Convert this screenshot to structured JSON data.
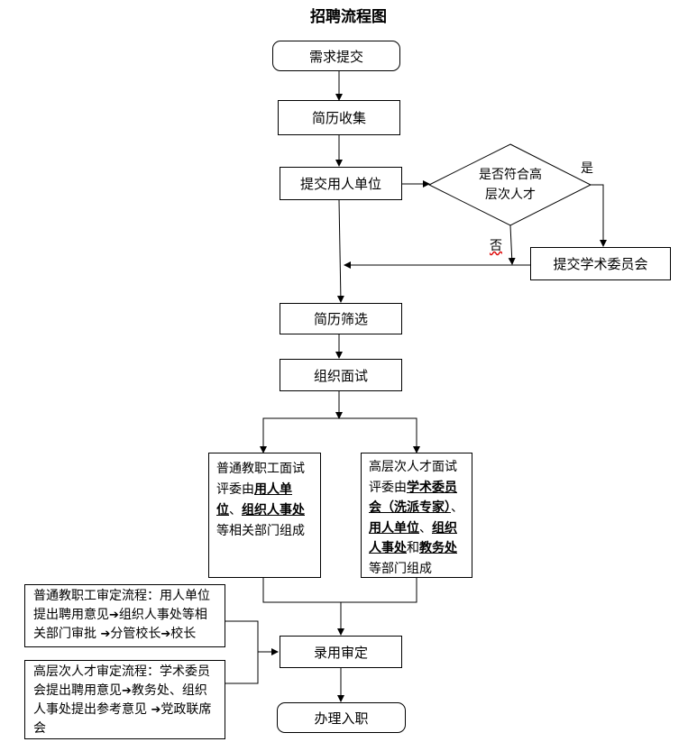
{
  "title": "招聘流程图",
  "nodes": {
    "submit_demand": "需求提交",
    "collect_resume": "简历收集",
    "submit_unit": "提交用人单位",
    "decision_line1": "是否符合高",
    "decision_line2": "层次人才",
    "submit_committee": "提交学术委员会",
    "screen_resume": "简历筛选",
    "organize_interview": "组织面试",
    "hire_review": "录用审定",
    "onboarding": "办理入职"
  },
  "labels": {
    "yes": "是",
    "no": "否"
  },
  "panels": {
    "regular": {
      "t1": "普通教职工面试评委由",
      "b1": "用人单位",
      "t2": "、",
      "b2": "组织人事处",
      "t3": "等相关部门组成"
    },
    "talent": {
      "t1": "高层次人才面试评委由",
      "b1": "学术委员会（洗派专家）",
      "t2": "、",
      "b2": "用人单位",
      "t3": "、",
      "b3": "组织人事处",
      "t4": "和",
      "b4": "教务处",
      "t5": "等部门组成"
    }
  },
  "notes": {
    "regular_review": {
      "p1": "普通教职工审定流程：用人单位提出聘用意见",
      "p2": "组织人事处等相关部门审批 ",
      "p3": "分管校长",
      "p4": "校长"
    },
    "talent_review": {
      "p1": "高层次人才审定流程：学术委员会提出聘用意见",
      "p2": "教务处、组织人事处提出参考意见 ",
      "p3": "党政联席会"
    }
  },
  "arrow_glyph": "➔"
}
